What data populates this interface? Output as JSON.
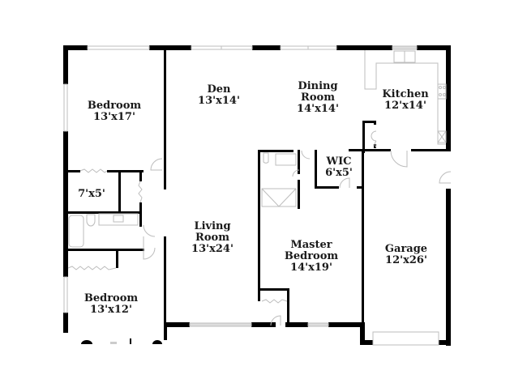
{
  "floorplan": {
    "rooms": [
      {
        "id": "bedroom-1",
        "name": "Bedroom",
        "dimensions": "13'x17'"
      },
      {
        "id": "den",
        "name": "Den",
        "dimensions": "13'x14'"
      },
      {
        "id": "dining-room",
        "name": "Dining Room",
        "name_line1": "Dining",
        "name_line2": "Room",
        "dimensions": "14'x14'"
      },
      {
        "id": "kitchen",
        "name": "Kitchen",
        "dimensions": "12'x14'"
      },
      {
        "id": "closet",
        "name": "",
        "dimensions": "7'x5'"
      },
      {
        "id": "wic",
        "name": "WIC",
        "dimensions": "6'x5'"
      },
      {
        "id": "living-room",
        "name": "Living Room",
        "name_line1": "Living",
        "name_line2": "Room",
        "dimensions": "13'x24'"
      },
      {
        "id": "master-bedroom",
        "name": "Master Bedroom",
        "name_line1": "Master",
        "name_line2": "Bedroom",
        "dimensions": "14'x19'"
      },
      {
        "id": "garage",
        "name": "Garage",
        "dimensions": "12'x26'"
      },
      {
        "id": "bedroom-2",
        "name": "Bedroom",
        "dimensions": "13'x12'"
      }
    ],
    "colors": {
      "wall": "#000000",
      "fixture": "#bdbdbd",
      "window": "#d9d9d9",
      "text": "#1a1a1a",
      "background": "#ffffff"
    }
  }
}
